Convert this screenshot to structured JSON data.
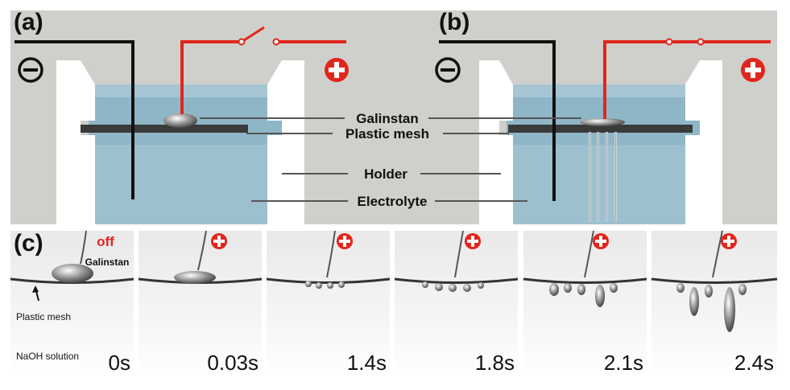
{
  "panels": {
    "a_label": "(a)",
    "b_label": "(b)",
    "c_label": "(c)"
  },
  "callouts": {
    "galinstan": "Galinstan",
    "plastic_mesh": "Plastic mesh",
    "holder": "Holder",
    "electrolyte": "Electrolyte"
  },
  "strip": {
    "off_label": "off",
    "galinstan_label": "Galinstan",
    "plastic_mesh_label": "Plastic mesh",
    "solution_label": "NaOH solution",
    "times": [
      "0s",
      "0.03s",
      "1.4s",
      "1.8s",
      "2.1s",
      "2.4s"
    ]
  },
  "colors": {
    "background": "#cfcfcb",
    "electrolyte": "#8fb6c7",
    "holder": "#ffffff",
    "wire_negative": "#111111",
    "wire_positive": "#e1261c",
    "mesh": "#3a3a3a"
  }
}
